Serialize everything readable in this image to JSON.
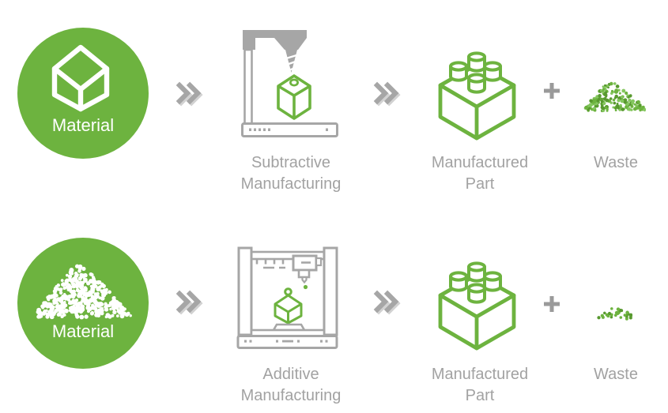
{
  "colors": {
    "green": "#6db33f",
    "green_dark": "#58992f",
    "green_light": "#85c75f",
    "gray": "#a6a6a6",
    "gray_dark": "#9a9a9a",
    "shadow": "#d2d2d2",
    "text": "#a2a2a2",
    "white": "#ffffff"
  },
  "rows": [
    {
      "material": {
        "label": "Material",
        "icon": "solid-cube-icon"
      },
      "flow_icon_1": "chevron-double-right-icon",
      "process": {
        "label_line1": "Subtractive",
        "label_line2": "Manufacturing",
        "icon": "cnc-milling-machine-icon"
      },
      "flow_icon_2": "chevron-double-right-icon",
      "part": {
        "label_line1": "Manufactured",
        "label_line2": "Part",
        "icon": "brick-part-icon"
      },
      "plus_icon": "plus-icon",
      "waste": {
        "label": "Waste",
        "icon": "waste-pile-large-icon",
        "relative_amount": "large"
      }
    },
    {
      "material": {
        "label": "Material",
        "icon": "powder-pile-icon"
      },
      "flow_icon_1": "chevron-double-right-icon",
      "process": {
        "label_line1": "Additive",
        "label_line2": "Manufacturing",
        "icon": "printer-3d-icon"
      },
      "flow_icon_2": "chevron-double-right-icon",
      "part": {
        "label_line1": "Manufactured",
        "label_line2": "Part",
        "icon": "brick-part-icon"
      },
      "plus_icon": "plus-icon",
      "waste": {
        "label": "Waste",
        "icon": "waste-pile-small-icon",
        "relative_amount": "small"
      }
    }
  ]
}
